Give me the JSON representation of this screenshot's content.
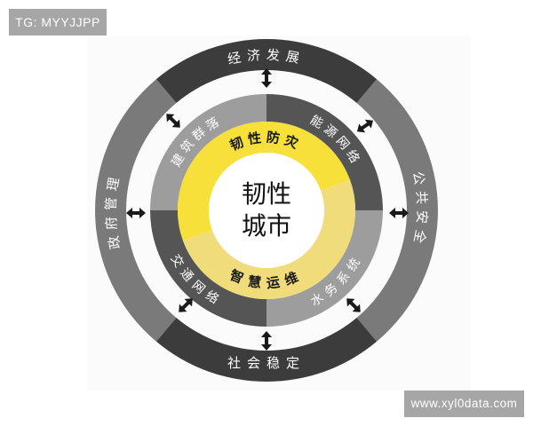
{
  "watermarks": {
    "top_left": "TG: MYYJJPP",
    "bottom_right": "www.xyl0data.com"
  },
  "diagram": {
    "title_line1": "韧性",
    "title_line2": "城市",
    "inner_ring": [
      {
        "label": "韧性防灾",
        "color": "#f7e03a"
      },
      {
        "label": "智慧运维",
        "color": "#f1dc7c"
      }
    ],
    "middle_ring": [
      {
        "label": "建筑群落",
        "color": "#9d9d9d"
      },
      {
        "label": "能源网络",
        "color": "#555555"
      },
      {
        "label": "水务系统",
        "color": "#9d9d9d"
      },
      {
        "label": "交通网络",
        "color": "#555555"
      }
    ],
    "outer_ring": [
      {
        "label": "经济发展",
        "color": "#3c3c3c"
      },
      {
        "label": "公共安全",
        "color": "#7a7a7a"
      },
      {
        "label": "社会稳定",
        "color": "#3c3c3c"
      },
      {
        "label": "政府管理",
        "color": "#7a7a7a"
      }
    ],
    "connector_icon": "double-arrow-icon",
    "colors": {
      "background": "#fbfbfb",
      "arrow": "#1a1a1a",
      "center": "#ffffff"
    }
  }
}
